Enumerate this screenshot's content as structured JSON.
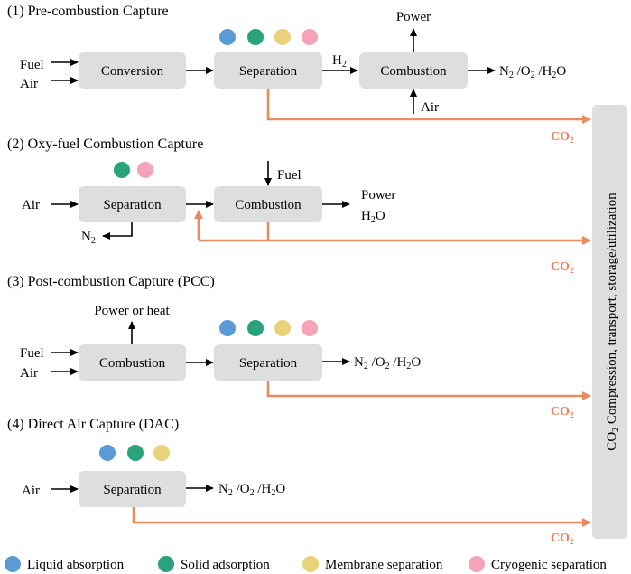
{
  "colors": {
    "liquid": "#5b9bd5",
    "solid": "#2aa37c",
    "membrane": "#e9d37a",
    "cryogenic": "#f4a3b8",
    "co2_arrow": "#ea8a5f",
    "box_fill": "#dedede"
  },
  "sections": {
    "pre": {
      "title": "(1) Pre-combustion Capture",
      "fuel": "Fuel",
      "air": "Air",
      "conversion": "Conversion",
      "separation": "Separation",
      "h2_main": "H",
      "h2_sub": "2",
      "combustion": "Combustion",
      "power": "Power",
      "air2": "Air",
      "out_n2": "N",
      "out_2a": "2",
      "out_o2": " /O",
      "out_2b": "2",
      "out_h2o": " /H",
      "out_2c": "2",
      "out_o": "O",
      "co2_main": "CO",
      "co2_sub": "2"
    },
    "oxy": {
      "title": "(2) Oxy-fuel Combustion Capture",
      "air": "Air",
      "separation": "Separation",
      "combustion": "Combustion",
      "fuel": "Fuel",
      "power": "Power",
      "h2o_h": "H",
      "h2o_2": "2",
      "h2o_o": "O",
      "n2_main": "N",
      "n2_sub": "2",
      "co2_main": "CO",
      "co2_sub": "2"
    },
    "post": {
      "title": "(3) Post-combustion Capture (PCC)",
      "power_or_heat": "Power or heat",
      "fuel": "Fuel",
      "air": "Air",
      "combustion": "Combustion",
      "separation": "Separation",
      "out_n2": "N",
      "out_2a": "2",
      "out_o2": " /O",
      "out_2b": "2",
      "out_h2o": " /H",
      "out_2c": "2",
      "out_o": "O",
      "co2_main": "CO",
      "co2_sub": "2"
    },
    "dac": {
      "title": "(4) Direct Air Capture (DAC)",
      "air": "Air",
      "separation": "Separation",
      "out_n2": "N",
      "out_2a": "2",
      "out_o2": " /O",
      "out_2b": "2",
      "out_h2o": " /H",
      "out_2c": "2",
      "out_o": "O",
      "co2_main": "CO",
      "co2_sub": "2"
    }
  },
  "storage": {
    "co_main": "CO",
    "co_sub": "2",
    "rest": " Compression, transport, storage/utilization"
  },
  "legend": {
    "liquid": "Liquid absorption",
    "solid": "Solid adsorption",
    "membrane": "Membrane separation",
    "cryogenic": "Cryogenic separation"
  }
}
